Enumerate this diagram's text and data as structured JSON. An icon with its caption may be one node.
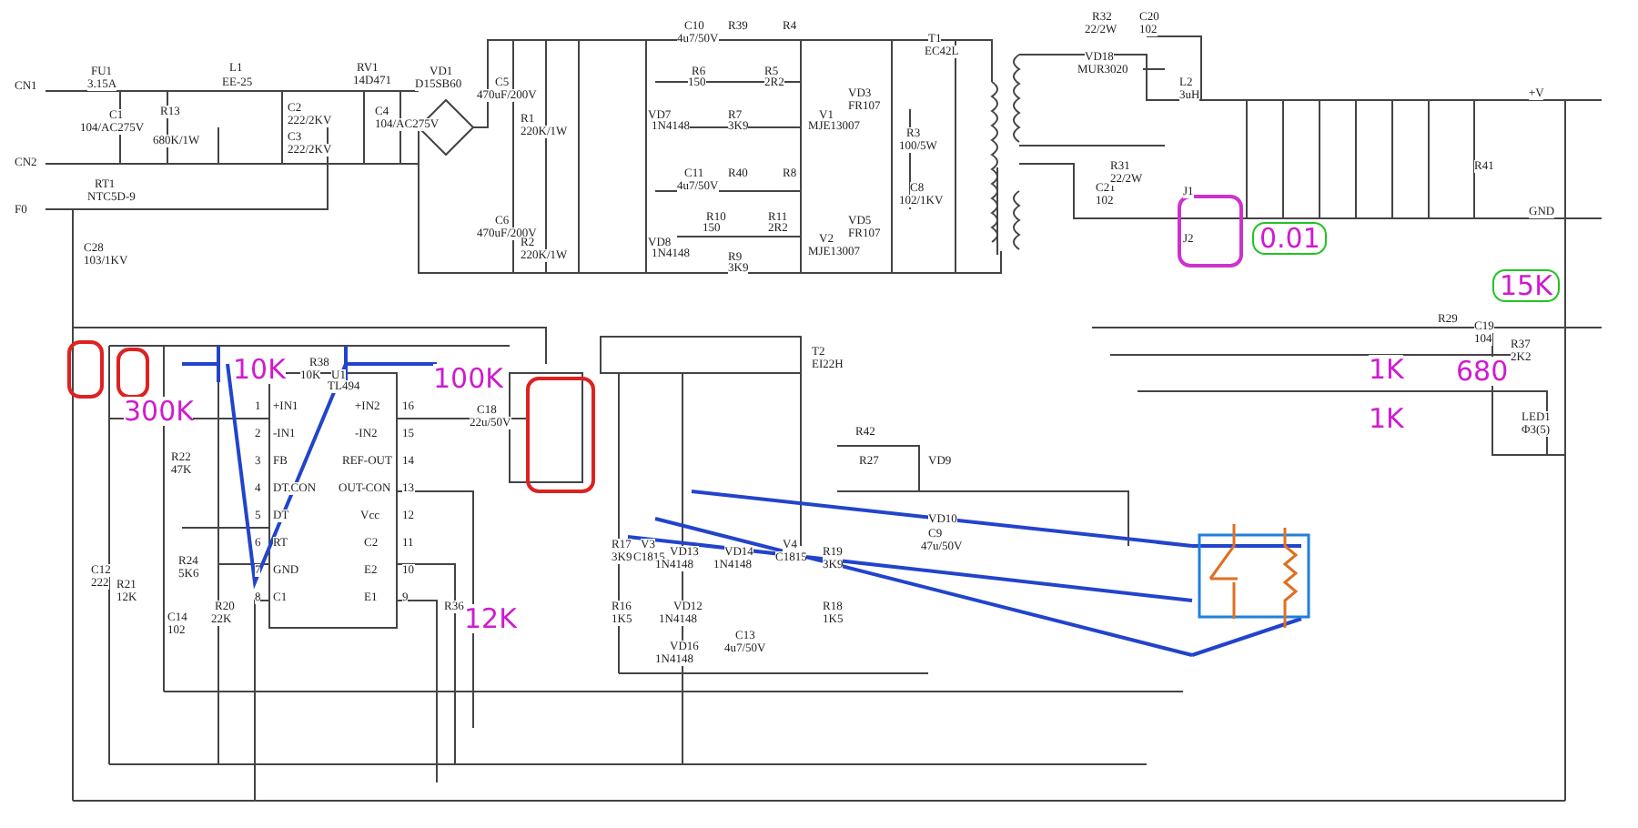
{
  "diagram": {
    "labels": [
      "CN1",
      "CN2",
      "F0",
      "FU1",
      "3.15A",
      "C1",
      "104/AC275V",
      "R13",
      "680K/1W",
      "L1",
      "EE-25",
      "C2",
      "222/2KV",
      "C3",
      "222/2KV",
      "RT1",
      "NTC5D-9",
      "RV1",
      "14D471",
      "C4",
      "104/AC275V",
      "VD1",
      "D15SB60",
      "C28",
      "103/1KV",
      "C5",
      "470uF/200V",
      "R1",
      "220K/1W",
      "C6",
      "470uF/200V",
      "R2",
      "220K/1W",
      "C10",
      "4u7/50V",
      "R39",
      "R4",
      "R6",
      "150",
      "R5",
      "2R2",
      "VD7",
      "1N4148",
      "R7",
      "3K9",
      "V1",
      "MJE13007",
      "VD3",
      "FR107",
      "R3",
      "100/5W",
      "C8",
      "102/1KV",
      "C11",
      "4u7/50V",
      "R40",
      "R8",
      "R10",
      "150",
      "R11",
      "2R2",
      "VD8",
      "1N4148",
      "R9",
      "3K9",
      "V2",
      "MJE13007",
      "VD5",
      "FR107",
      "T1",
      "EC42L",
      "R32",
      "22/2W",
      "C20",
      "102",
      "VD18",
      "MUR3020",
      "C21",
      "102",
      "R31",
      "22/2W",
      "L2",
      "3uH",
      "+V",
      "GND",
      "J1",
      "J2",
      "R41",
      "R38",
      "10K",
      "U1",
      "TL494",
      "+IN1",
      "-IN1",
      "FB",
      "DT.CON",
      "DT",
      "RT",
      "GND",
      "C1",
      "+IN2",
      "-IN2",
      "REF-OUT",
      "OUT-CON",
      "Vcc",
      "C2",
      "E2",
      "E1",
      "1",
      "2",
      "3",
      "4",
      "5",
      "6",
      "7",
      "8",
      "16",
      "15",
      "14",
      "13",
      "12",
      "11",
      "10",
      "9",
      "R22",
      "47K",
      "C18",
      "22u/50V",
      "R21",
      "12K",
      "R24",
      "5K6",
      "C14",
      "102",
      "R20",
      "22K",
      "C12",
      "222",
      "R36",
      "T2",
      "EI22H",
      "V3",
      "C1815",
      "V4",
      "C1815",
      "R17",
      "3K9",
      "R16",
      "1K5",
      "VD13",
      "1N4148",
      "VD12",
      "1N4148",
      "VD16",
      "1N4148",
      "VD14",
      "1N4148",
      "C13",
      "4u7/50V",
      "R19",
      "3K9",
      "R18",
      "1K5",
      "R42",
      "R27",
      "VD9",
      "VD10",
      "C9",
      "47u/50V",
      "R29",
      "C19",
      "104",
      "R37",
      "2K2",
      "LED1",
      "Φ3(5)",
      "10K",
      "100K",
      "300K",
      "12K",
      "0.01",
      "15K",
      "1K",
      "1K",
      "680"
    ]
  }
}
